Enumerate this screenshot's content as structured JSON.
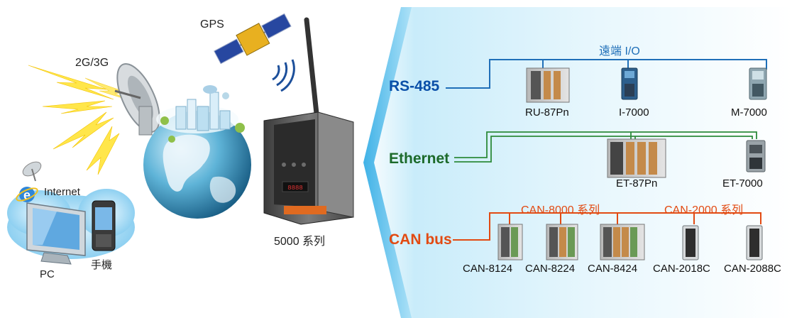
{
  "left": {
    "gps_label": "GPS",
    "cellular_label": "2G/3G",
    "internet_label": "Internet",
    "pc_label": "PC",
    "phone_label": "手機",
    "controller_label": "5000 系列"
  },
  "buses": {
    "rs485": {
      "label": "RS-485",
      "group_label": "遠端 I/O",
      "devices": [
        "RU-87Pn",
        "I-7000",
        "M-7000"
      ]
    },
    "ethernet": {
      "label": "Ethernet",
      "devices": [
        "ET-87Pn",
        "ET-7000"
      ]
    },
    "canbus": {
      "label": "CAN bus",
      "group_8000": "CAN-8000 系列",
      "group_2000": "CAN-2000 系列",
      "devices": [
        "CAN-8124",
        "CAN-8224",
        "CAN-8424",
        "CAN-2018C",
        "CAN-2088C"
      ]
    }
  },
  "colors": {
    "rs485_line": "#1f6fb8",
    "ethernet_line": "#2e8b3a",
    "can_line": "#e24a12",
    "panel_light": "#dff3fc",
    "panel_dark": "#33b6ea"
  },
  "icons": [
    "satellite-icon",
    "antenna-dish-icon",
    "globe-icon",
    "pc-monitor-icon",
    "phone-icon",
    "ie-icon",
    "controller-device-icon",
    "io-module-icon"
  ]
}
